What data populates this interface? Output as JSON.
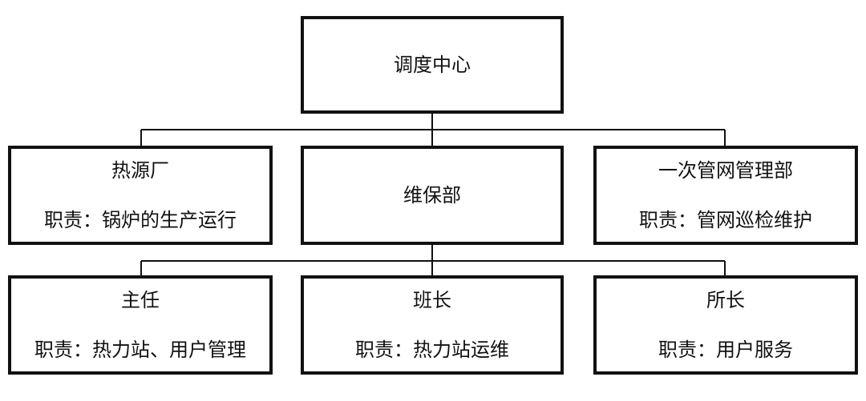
{
  "diagram": {
    "root": {
      "title": "调度中心"
    },
    "level1": [
      {
        "title": "热源厂",
        "duty": "职责：锅炉的生产运行"
      },
      {
        "title": "维保部"
      },
      {
        "title": "一次管网管理部",
        "duty": "职责：管网巡检维护"
      }
    ],
    "level2": [
      {
        "title": "主任",
        "duty": "职责：热力站、用户管理"
      },
      {
        "title": "班长",
        "duty": "职责：热力站运维"
      },
      {
        "title": "所长",
        "duty": "职责：用户服务"
      }
    ]
  },
  "colors": {
    "line": "#111111",
    "box_border": "#111111",
    "background": "#ffffff"
  }
}
